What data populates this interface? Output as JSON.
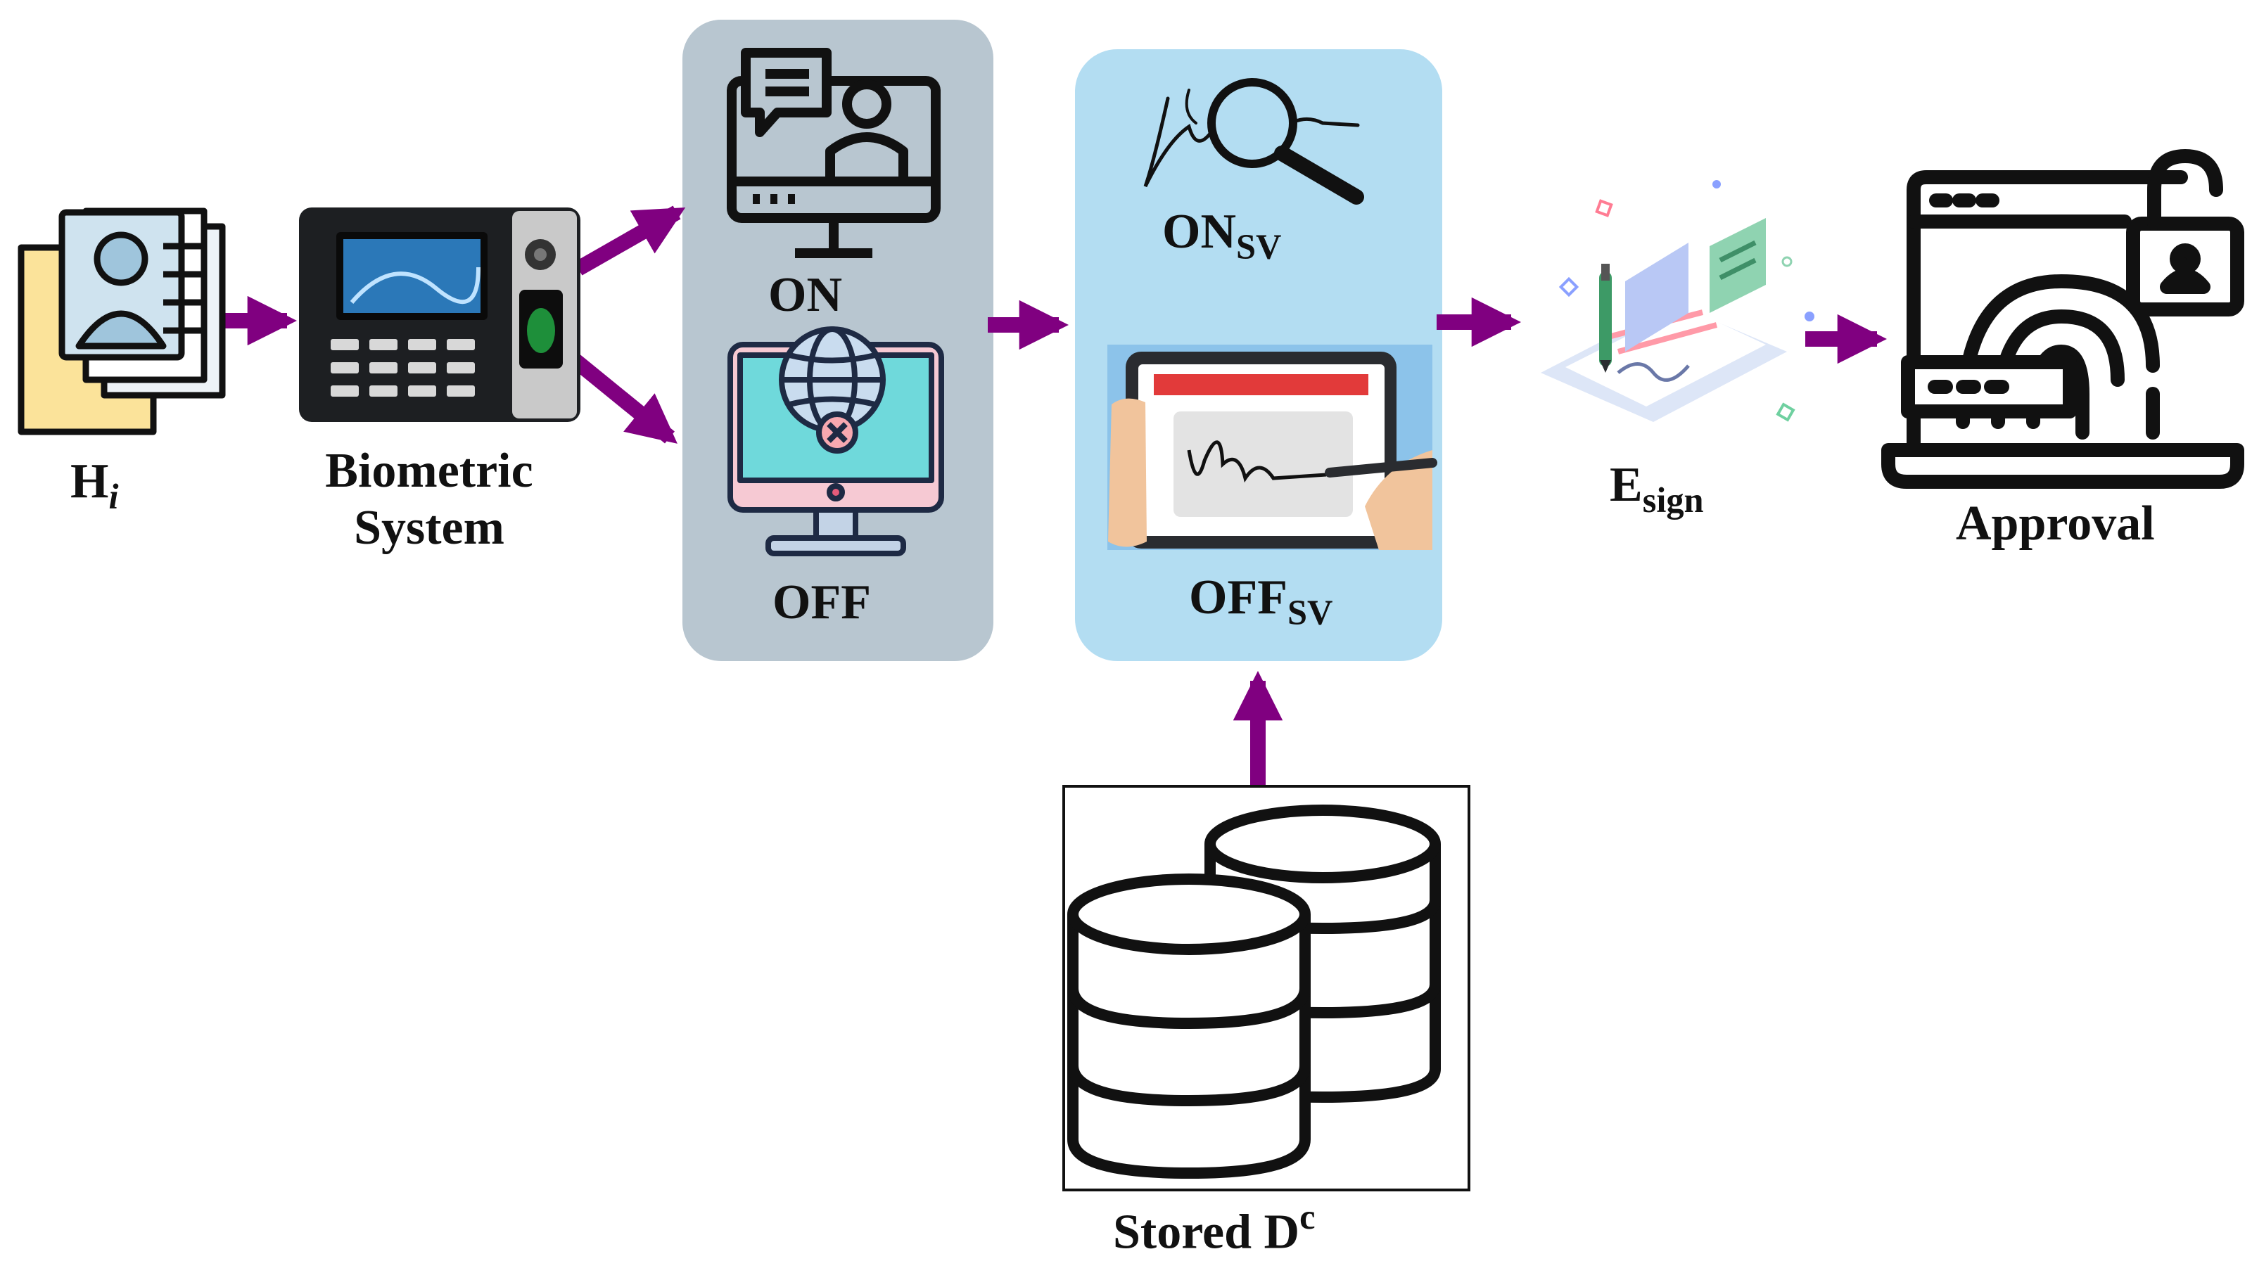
{
  "colors": {
    "arrow": "#800080",
    "mode_panel": "#b8c6d0",
    "verify_panel": "#b3ddf2",
    "ink": "#111111"
  },
  "labels": {
    "hi_base": "H",
    "hi_sub": "i",
    "biometric_line1": "Biometric",
    "biometric_line2": "System",
    "on": "ON",
    "off": "OFF",
    "onsv_base": "ON",
    "onsv_sub": "SV",
    "offsv_base": "OFF",
    "offsv_sub": "SV",
    "esign_base": "E",
    "esign_sub": "sign",
    "approval": "Approval",
    "stored_base": "Stored D",
    "stored_sup": "c"
  },
  "icons": {
    "hi": "person-documents-icon",
    "biometric": "fingerprint-terminal-icon",
    "on": "online-video-monitor-icon",
    "off": "offline-globe-monitor-icon",
    "onsv": "signature-magnifier-icon",
    "offsv": "tablet-signing-icon",
    "esign": "digital-document-sign-icon",
    "approval": "fingerprint-lock-laptop-icon",
    "stored": "database-icon"
  }
}
